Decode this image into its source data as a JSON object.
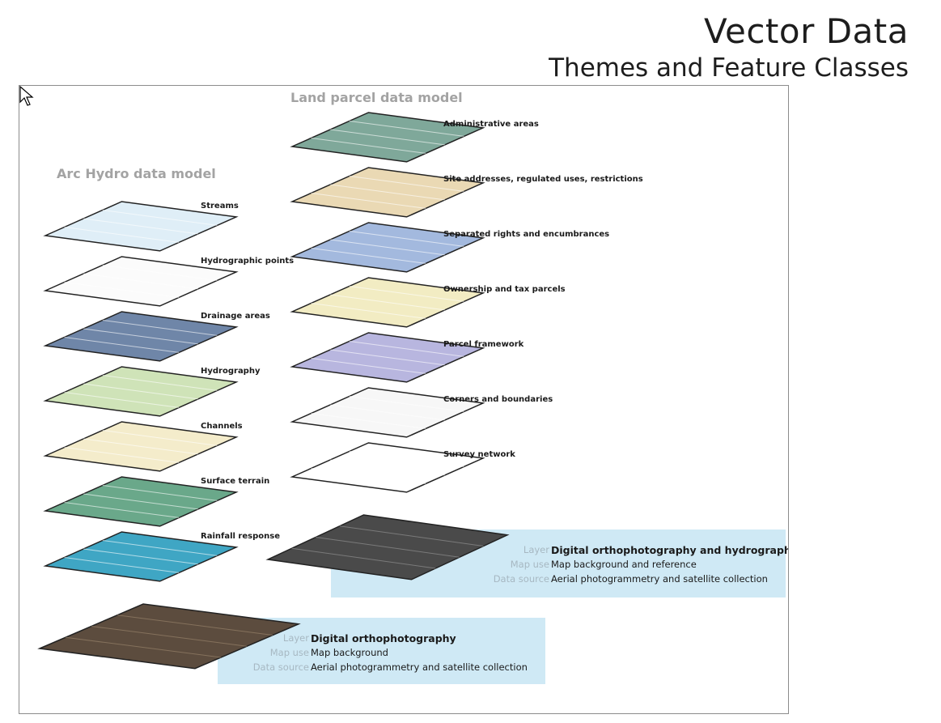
{
  "header": {
    "title": "Vector Data",
    "subtitle": "Themes and Feature Classes"
  },
  "figure": {
    "land_parcel": {
      "title": "Land parcel data model",
      "layers": [
        {
          "name": "Administrative areas",
          "fill": "#7fa89a"
        },
        {
          "name": "Site addresses, regulated uses, restrictions",
          "fill": "#ead9b4"
        },
        {
          "name": "Separated rights and encumbrances",
          "fill": "#a3b9de"
        },
        {
          "name": "Ownership and tax parcels",
          "fill": "#f2ecc3"
        },
        {
          "name": "Parcel framework",
          "fill": "#b8b6df"
        },
        {
          "name": "Corners and boundaries",
          "fill": "#f7f7f7"
        },
        {
          "name": "Survey network",
          "fill": "#ffffff"
        }
      ],
      "base": {
        "fill": "#4a4a4a",
        "layer_key": "Layer",
        "layer_value": "Digital orthophotography and hydrography",
        "use_key": "Map use",
        "use_value": "Map background and reference",
        "source_key": "Data source",
        "source_value": "Aerial photogrammetry and satellite collection"
      }
    },
    "arc_hydro": {
      "title": "Arc Hydro data model",
      "layers": [
        {
          "name": "Streams",
          "fill": "#dfeef7"
        },
        {
          "name": "Hydrographic points",
          "fill": "#fbfbfb"
        },
        {
          "name": "Drainage areas",
          "fill": "#6f86a8"
        },
        {
          "name": "Hydrography",
          "fill": "#cfe3b8"
        },
        {
          "name": "Channels",
          "fill": "#f4eccb"
        },
        {
          "name": "Surface terrain",
          "fill": "#6aa88a"
        },
        {
          "name": "Rainfall response",
          "fill": "#3fa6c4"
        }
      ],
      "base": {
        "fill": "#5c4c3e",
        "layer_key": "Layer",
        "layer_value": "Digital orthophotography",
        "use_key": "Map use",
        "use_value": "Map background",
        "source_key": "Data source",
        "source_value": "Aerial photogrammetry and satellite collection"
      }
    }
  }
}
